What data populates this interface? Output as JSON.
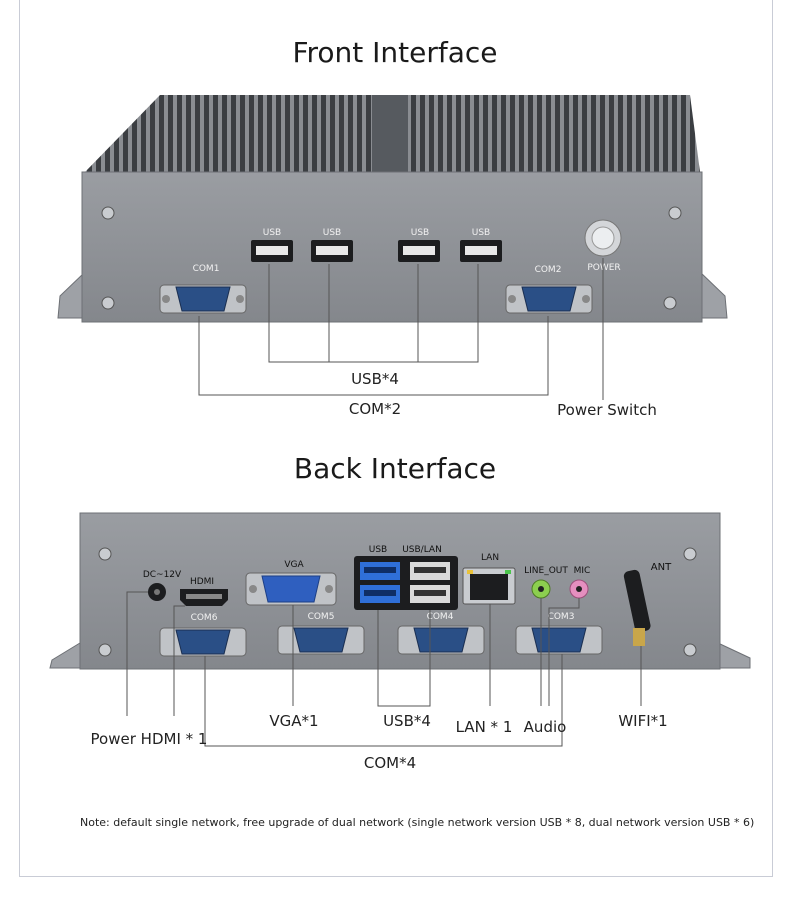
{
  "front": {
    "title": "Front Interface",
    "ports": {
      "usb_label": "USB",
      "com1": "COM1",
      "com2": "COM2",
      "power": "POWER"
    },
    "callouts": {
      "usb": "USB*4",
      "com": "COM*2",
      "power_switch": "Power Switch"
    }
  },
  "back": {
    "title": "Back Interface",
    "ports": {
      "dc": "DC~12V",
      "hdmi": "HDMI",
      "vga": "VGA",
      "usb": "USB",
      "usb_lan": "USB/LAN",
      "lan": "LAN",
      "line_out": "LINE_OUT",
      "mic": "MIC",
      "ant": "ANT",
      "com3": "COM3",
      "com4": "COM4",
      "com5": "COM5",
      "com6": "COM6"
    },
    "callouts": {
      "power_hdmi": "Power HDMI * 1",
      "vga": "VGA*1",
      "usb": "USB*4",
      "lan": "LAN * 1",
      "audio": "Audio",
      "wifi": "WIFI*1",
      "com": "COM*4"
    }
  },
  "note": "Note: default single network, free upgrade of dual network (single network version USB * 8, dual network version USB * 6)",
  "colors": {
    "chassis": "#8e9196",
    "chassis_dark": "#5e6166",
    "vga_port": "#2f5fbf",
    "usb3_port": "#2f6fd8",
    "line_out": "#8ccf4f",
    "mic": "#e58fbf"
  }
}
